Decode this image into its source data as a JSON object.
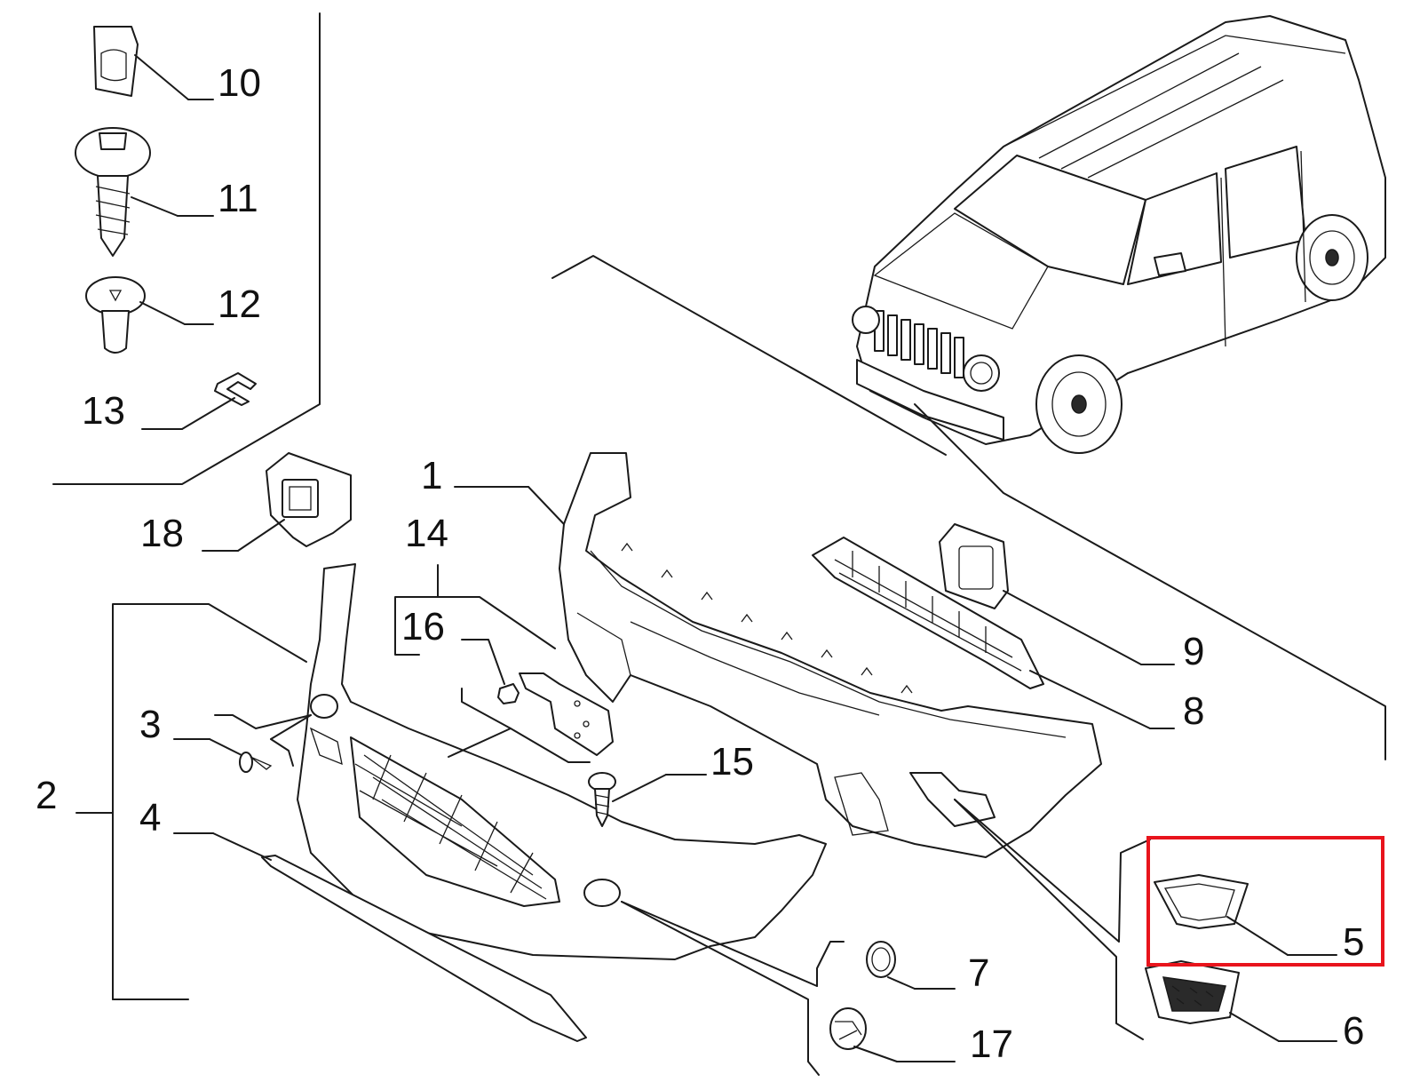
{
  "callouts": {
    "n1": "1",
    "n2": "2",
    "n3": "3",
    "n4": "4",
    "n5": "5",
    "n6": "6",
    "n7": "7",
    "n8": "8",
    "n9": "9",
    "n10": "10",
    "n11": "11",
    "n12": "12",
    "n13": "13",
    "n14": "14",
    "n15": "15",
    "n16": "16",
    "n17": "17",
    "n18": "18"
  },
  "highlight": {
    "part": "5",
    "color": "#e8141c"
  },
  "colors": {
    "line": "#1a1a1a",
    "background": "#ffffff"
  }
}
